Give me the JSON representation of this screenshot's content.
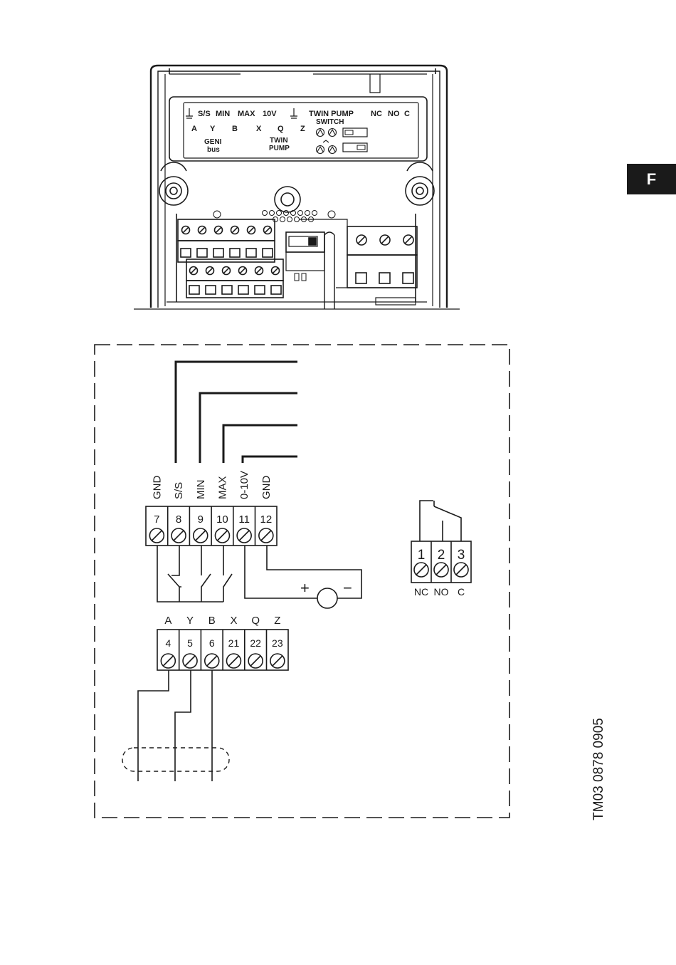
{
  "side_tab": {
    "letter": "F"
  },
  "doc_code": "TM03 0878 0905",
  "device": {
    "row1": [
      "S/S",
      "MIN",
      "MAX",
      "10V",
      "TWIN PUMP",
      "NC",
      "NO",
      "C"
    ],
    "row1_sub": "SWITCH",
    "row2": [
      "A",
      "Y",
      "B",
      "X",
      "Q",
      "Z"
    ],
    "geni": [
      "GENI",
      "bus"
    ],
    "twin": [
      "TWIN",
      "PUMP"
    ]
  },
  "schematic": {
    "top_terminals": [
      {
        "num": "7",
        "label": "GND"
      },
      {
        "num": "8",
        "label": "S/S"
      },
      {
        "num": "9",
        "label": "MIN"
      },
      {
        "num": "10",
        "label": "MAX"
      },
      {
        "num": "11",
        "label": "0-10V"
      },
      {
        "num": "12",
        "label": "GND"
      }
    ],
    "bottom_terminals": [
      {
        "num": "4",
        "label": "A"
      },
      {
        "num": "5",
        "label": "Y"
      },
      {
        "num": "6",
        "label": "B"
      },
      {
        "num": "21",
        "label": "X"
      },
      {
        "num": "22",
        "label": "Q"
      },
      {
        "num": "23",
        "label": "Z"
      }
    ],
    "relay_terminals": [
      {
        "num": "1",
        "label": "NC"
      },
      {
        "num": "2",
        "label": "NO"
      },
      {
        "num": "3",
        "label": "C"
      }
    ],
    "source": {
      "plus": "+",
      "minus": "−"
    }
  }
}
